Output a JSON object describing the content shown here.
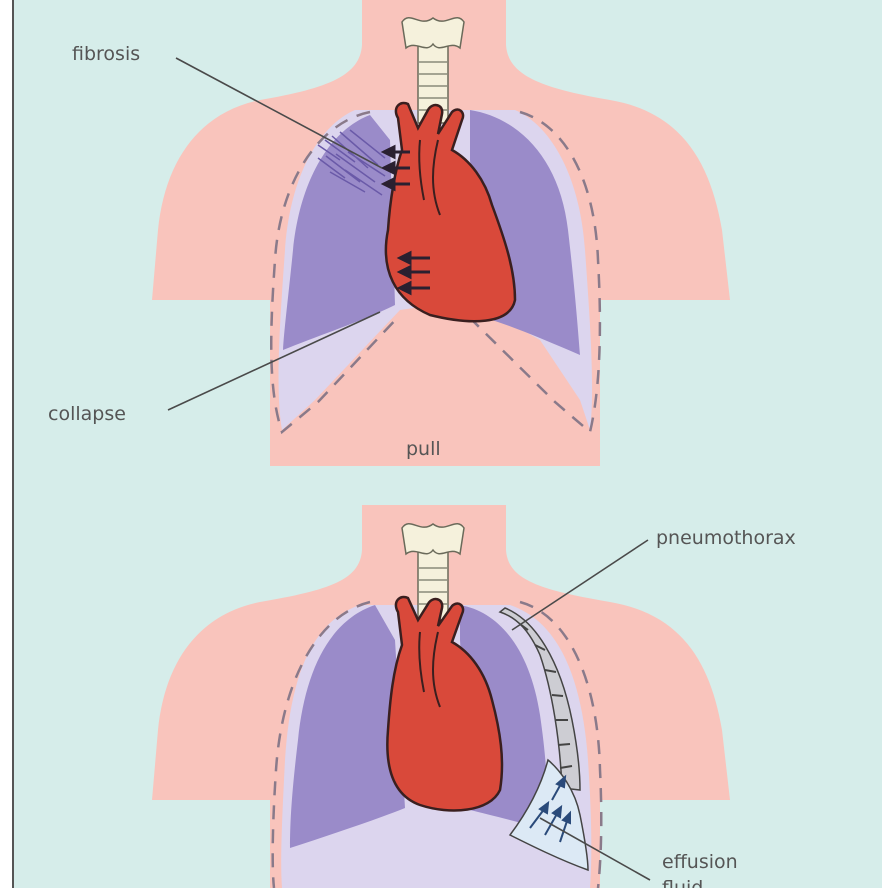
{
  "colors": {
    "background": "#D6EDEA",
    "body": "#F9C4BC",
    "lung": "#9A8BC9",
    "pleura": "#DCD5EE",
    "heart": "#D9493A",
    "heart_outline": "#3A1F1F",
    "trachea": "#F5F1DC",
    "dashed_line": "#8A7A8A",
    "pointer_line": "#4A4A4A",
    "label": "#555555"
  },
  "top_diagram": {
    "labels": {
      "fibrosis": "fibrosis",
      "collapse": "collapse",
      "pull": "pull"
    }
  },
  "bottom_diagram": {
    "labels": {
      "pneumothorax": "pneumothorax",
      "effusion": "effusion",
      "fluid": "fluid"
    }
  }
}
